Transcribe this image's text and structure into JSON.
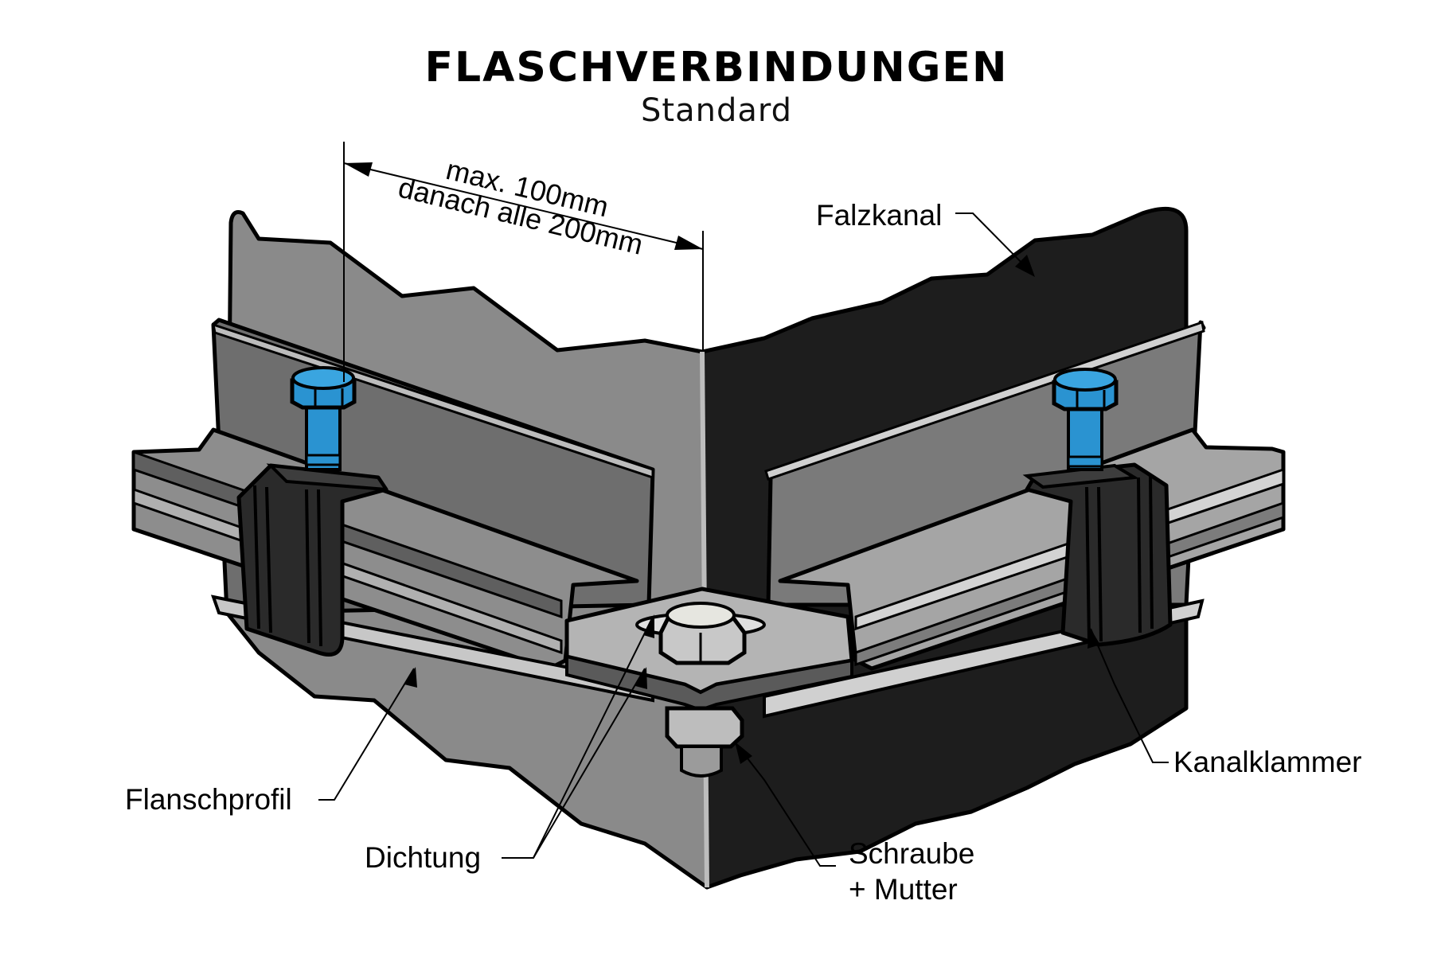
{
  "header": {
    "title": "FLASCHVERBINDUNGEN",
    "subtitle": "Standard"
  },
  "dimension": {
    "line1": "max. 100mm",
    "line2": "danach alle 200mm"
  },
  "labels": {
    "falzkanal": "Falzkanal",
    "flanschprofil": "Flanschprofil",
    "dichtung": "Dichtung",
    "schraube": "Schraube",
    "mutter": "+  Mutter",
    "kanalklammer": "Kanalklammer"
  },
  "colors": {
    "bolt": "#2a93d1",
    "duct_left": "#858585",
    "duct_right": "#1c1c1c",
    "profile": "#9a9a9a"
  }
}
